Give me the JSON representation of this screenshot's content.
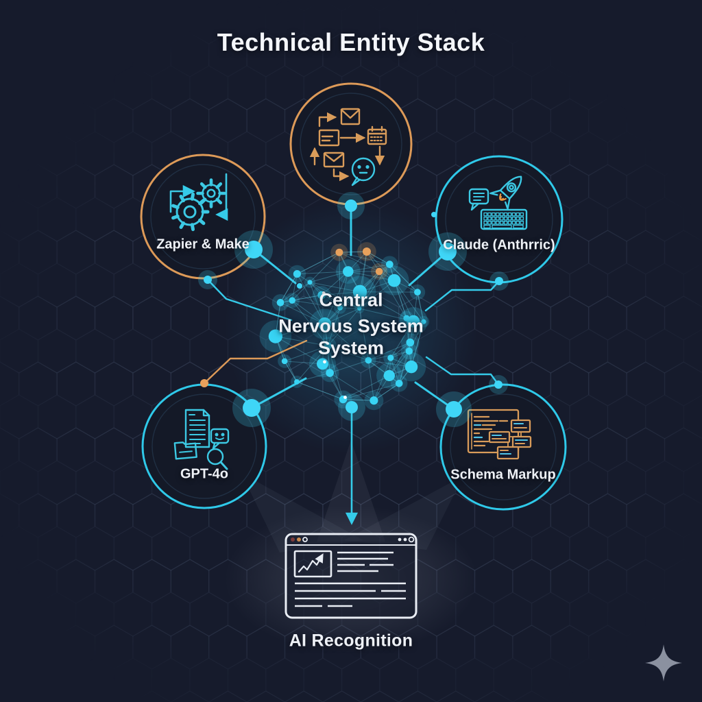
{
  "title": "Technical Entity Stack",
  "colors": {
    "background": "#161b2c",
    "cyan": "#2fc9e9",
    "cyan_bright": "#3fd6f7",
    "orange": "#dd9a58",
    "text": "#eef1f6",
    "sparkle_gray": "#8b91a0"
  },
  "center_node": {
    "icon": "network-sphere-icon",
    "lines": [
      "Central",
      "Nervous System",
      "System"
    ]
  },
  "nodes": [
    {
      "id": "workflow",
      "position": "top",
      "label": "",
      "icon": "workflow-automation-icon",
      "border_color": "#dd9a58"
    },
    {
      "id": "zapier-make",
      "position": "upper-left",
      "label": "Zapier & Make",
      "icon": "gears-automation-icon",
      "border_color": "#dd9a58"
    },
    {
      "id": "claude-anthropic",
      "position": "upper-right",
      "label": "Claude (Anthrric)",
      "icon": "rocket-keyboard-chat-icon",
      "border_color": "#2fc9e9"
    },
    {
      "id": "gpt-4o",
      "position": "lower-left",
      "label": "GPT-4o",
      "icon": "documents-search-icon",
      "border_color": "#2fc9e9"
    },
    {
      "id": "schema-markup",
      "position": "lower-right",
      "label": "Schema Markup",
      "icon": "code-window-icon",
      "border_color": "#2fc9e9"
    }
  ],
  "output_node": {
    "label": "AI Recognition",
    "icon": "browser-window-icon"
  },
  "decorations": {
    "bottom_right": "sparkle-icon",
    "background_pattern": "hexagon-grid"
  }
}
